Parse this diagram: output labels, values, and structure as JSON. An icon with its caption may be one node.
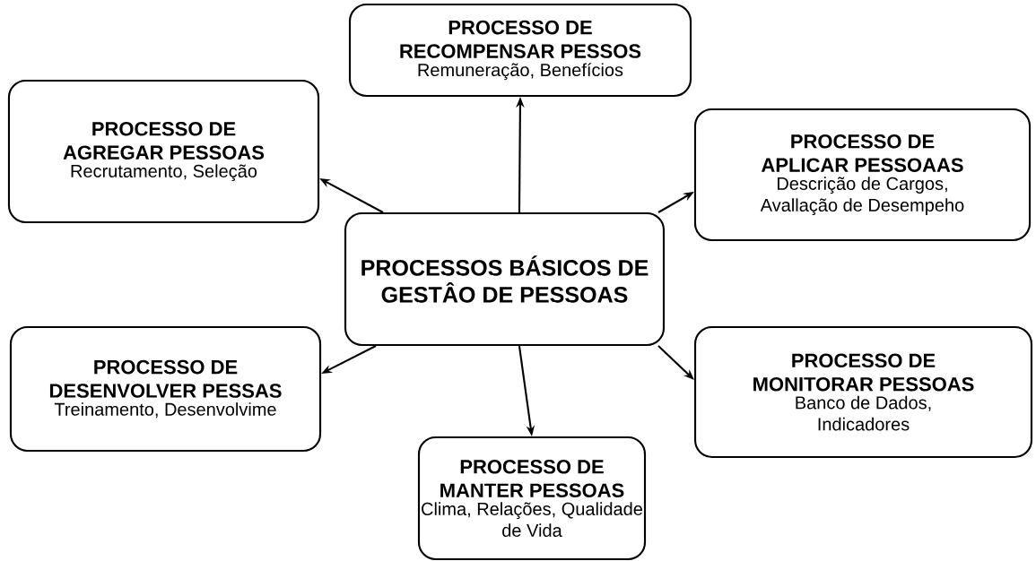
{
  "diagram": {
    "nodes": [
      {
        "text": [
          "PROCESSOS BÁSICOS DE GESTÂO DE PESSOAS"
        ]
      },
      {
        "text": [
          "PROCESSO DE RECOMPENSAR PESSOS",
          "Remuneração, Benefícios"
        ]
      },
      {
        "text": [
          "PROCESSO DE AGREGAR PESSOAS",
          "Recrutamento, Seleção"
        ]
      },
      {
        "text": [
          "PROCESSO DE APLICAR PESSOAAS",
          "Descrição de Cargos, Avallação de Desempeho"
        ]
      },
      {
        "text": [
          "PROCESSO DE DESENVOLVER PESSAS",
          "Treinamento, Desenvolvime"
        ]
      },
      {
        "text": [
          "PROCESSO DE MONITORAR PESSOAS",
          "Banco de Dados, Indicadores"
        ]
      },
      {
        "text": [
          "PROCESSO DE MANTER PESSOAS",
          "Clima, Relações, Qualidade de Vida"
        ]
      }
    ],
    "edges": [
      {
        "from": 0,
        "to": 1,
        "arrow": "to"
      },
      {
        "from": 0,
        "to": 2,
        "arrow": "to"
      },
      {
        "from": 0,
        "to": 3,
        "arrow": "to"
      },
      {
        "from": 0,
        "to": 4,
        "arrow": "to"
      },
      {
        "from": 0,
        "to": 5,
        "arrow": "to"
      },
      {
        "from": 0,
        "to": 6,
        "arrow": "to"
      }
    ]
  }
}
